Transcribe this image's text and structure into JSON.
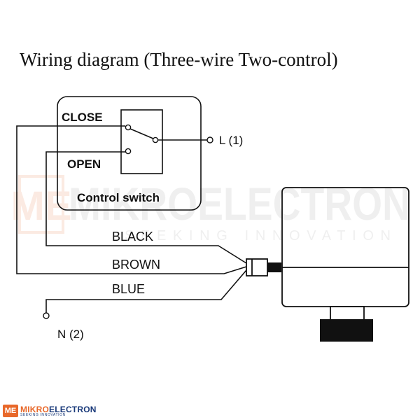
{
  "title": "Wiring diagram (Three-wire Two-control)",
  "labels": {
    "close": "CLOSE",
    "open": "OPEN",
    "control_switch": "Control switch",
    "live": "L (1)",
    "neutral": "N (2)",
    "black": "BLACK",
    "brown": "BROWN",
    "blue": "BLUE"
  },
  "watermark": {
    "badge": "ME",
    "main": "MIKROELECTRON",
    "tagline": "SEEKING INNOVATION"
  },
  "brand": {
    "badge": "ME",
    "name_part1": "MIKRO",
    "name_part2": "ELECTRON",
    "tagline": "SEEKING INNOVATION",
    "accent_color": "#e8682a",
    "primary_color": "#1a3a7a"
  }
}
